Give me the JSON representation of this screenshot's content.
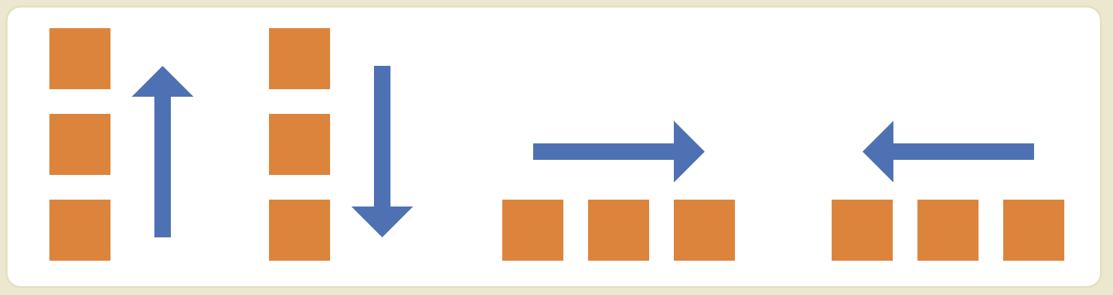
{
  "colors": {
    "square": "#dc843c",
    "arrow": "#4e71b4",
    "background": "#ffffff",
    "border": "#e4e0c2"
  },
  "groups": [
    {
      "id": "stack-up",
      "layout": "vertical-stack",
      "squares": 3,
      "arrow": "up"
    },
    {
      "id": "stack-down",
      "layout": "vertical-stack",
      "squares": 3,
      "arrow": "down"
    },
    {
      "id": "row-right",
      "layout": "horizontal-row",
      "squares": 3,
      "arrow": "right"
    },
    {
      "id": "row-left",
      "layout": "horizontal-row",
      "squares": 3,
      "arrow": "left"
    }
  ]
}
